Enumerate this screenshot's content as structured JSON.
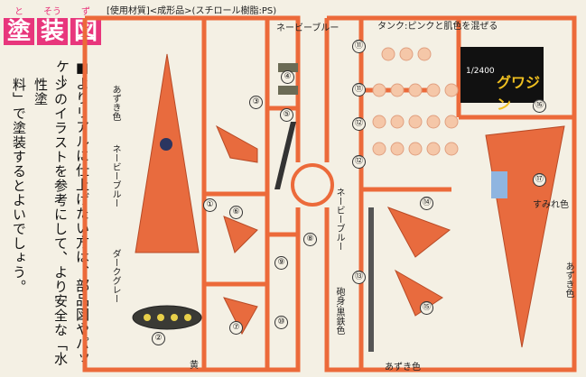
{
  "header": {
    "chars": [
      "塗",
      "装",
      "図"
    ],
    "ruby": [
      "と",
      "そう",
      "ず"
    ],
    "materials": "[使用材質]<成形品>(スチロール樹脂:PS)"
  },
  "instructions": {
    "line1": "■よりリアルに仕上げたい方は、部品図やパッケー",
    "line2": "ジのイラストを参考にして、より安全な「水性塗",
    "line3": "料」で塗装するとよいでしょう。"
  },
  "labels": {
    "navy_top": "ネービーブルー",
    "tank": "タンク:ピンクと肌色を混ぜる",
    "azuki1": "あずき色",
    "navy_left": "ネービーブルー",
    "navy_mid": "ネービーブルー",
    "dark_gray": "ダークグレー",
    "yellow": "黄",
    "barrel": "砲身:黒鉄色",
    "azuki_bottom": "あずき色",
    "violet": "すみれ色",
    "azuki_right": "あずき色"
  },
  "box": {
    "scale": "1/2400",
    "name": "グワジン"
  },
  "part_numbers": [
    "①",
    "②",
    "③",
    "④",
    "⑤",
    "⑥",
    "⑦",
    "⑧",
    "⑨",
    "⑩",
    "⑪",
    "⑪",
    "⑫",
    "⑫",
    "⑬",
    "⑭",
    "⑮",
    "⑯",
    "⑰"
  ],
  "colors": {
    "runner": "#ec6a3a",
    "part": "#e86b3e",
    "accent": "#e8367c",
    "bg": "#f4f0e4"
  }
}
